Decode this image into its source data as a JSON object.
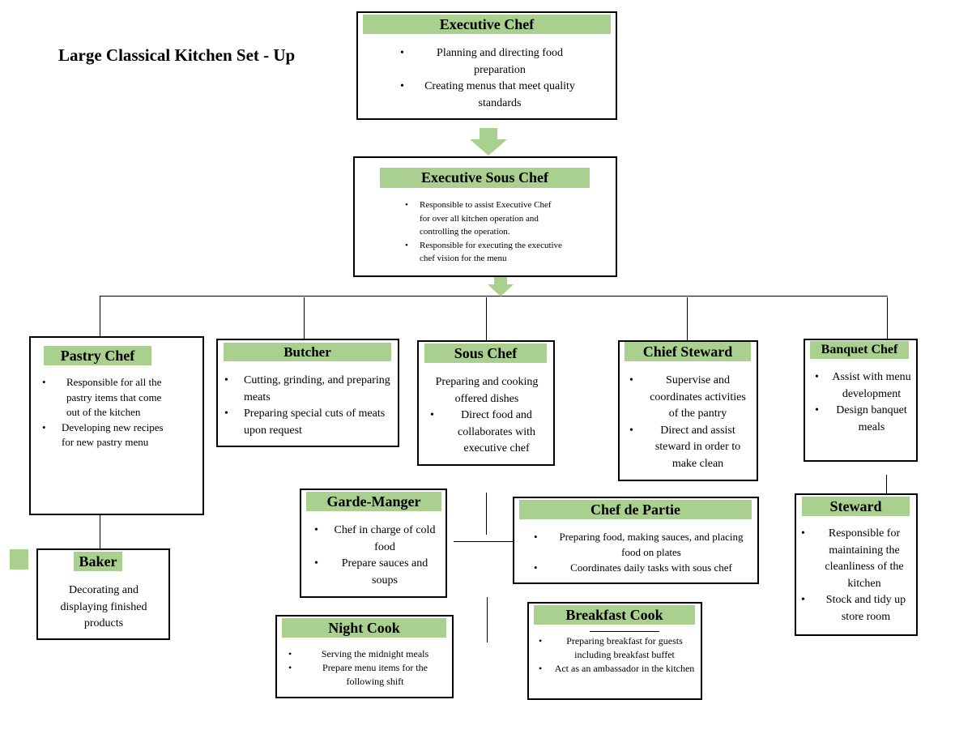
{
  "title": "Large Classical Kitchen Set - Up",
  "colors": {
    "header_fill": "#a9d08e",
    "arrow_fill": "#a9d08e"
  },
  "roles": {
    "executive_chef": {
      "name": "Executive Chef",
      "duties": [
        "Planning and directing food preparation",
        "Creating menus that meet quality standards"
      ]
    },
    "executive_sous_chef": {
      "name": "Executive Sous Chef",
      "duties": [
        "Responsible to assist Executive Chef for over all kitchen operation and controlling the operation.",
        "Responsible for executing the executive chef vision for the menu"
      ]
    },
    "pastry_chef": {
      "name": "Pastry Chef",
      "duties": [
        "Responsible for all the pastry items that come out of the kitchen",
        "Developing new recipes for new pastry menu"
      ]
    },
    "butcher": {
      "name": "Butcher",
      "duties": [
        "Cutting, grinding, and preparing meats",
        "Preparing special cuts of meats upon request"
      ]
    },
    "sous_chef": {
      "name": "Sous Chef",
      "intro": "Preparing and cooking offered dishes",
      "duties": [
        "Direct food and collaborates with executive chef"
      ]
    },
    "chief_steward": {
      "name": "Chief Steward",
      "duties": [
        "Supervise and coordinates activities of the pantry",
        "Direct and assist steward in order to make clean"
      ]
    },
    "banquet_chef": {
      "name": "Banquet Chef",
      "duties": [
        "Assist with menu development",
        "Design banquet meals"
      ]
    },
    "baker": {
      "name": "Baker",
      "intro": "Decorating and displaying finished products"
    },
    "garde_manger": {
      "name": "Garde-Manger",
      "duties": [
        "Chef in charge of cold food",
        "Prepare sauces and soups"
      ]
    },
    "chef_de_partie": {
      "name": "Chef de Partie",
      "duties": [
        "Preparing food, making sauces, and placing food on plates",
        "Coordinates daily tasks with sous chef"
      ]
    },
    "steward": {
      "name": "Steward",
      "duties": [
        "Responsible for maintaining the cleanliness of the kitchen",
        "Stock and tidy up store room"
      ]
    },
    "night_cook": {
      "name": "Night Cook",
      "duties": [
        "Serving the midnight meals",
        "Prepare menu items for the following shift"
      ]
    },
    "breakfast_cook": {
      "name": "Breakfast Cook",
      "duties": [
        "Preparing breakfast for guests including breakfast buffet",
        "Act as an ambassador in the kitchen"
      ]
    }
  }
}
